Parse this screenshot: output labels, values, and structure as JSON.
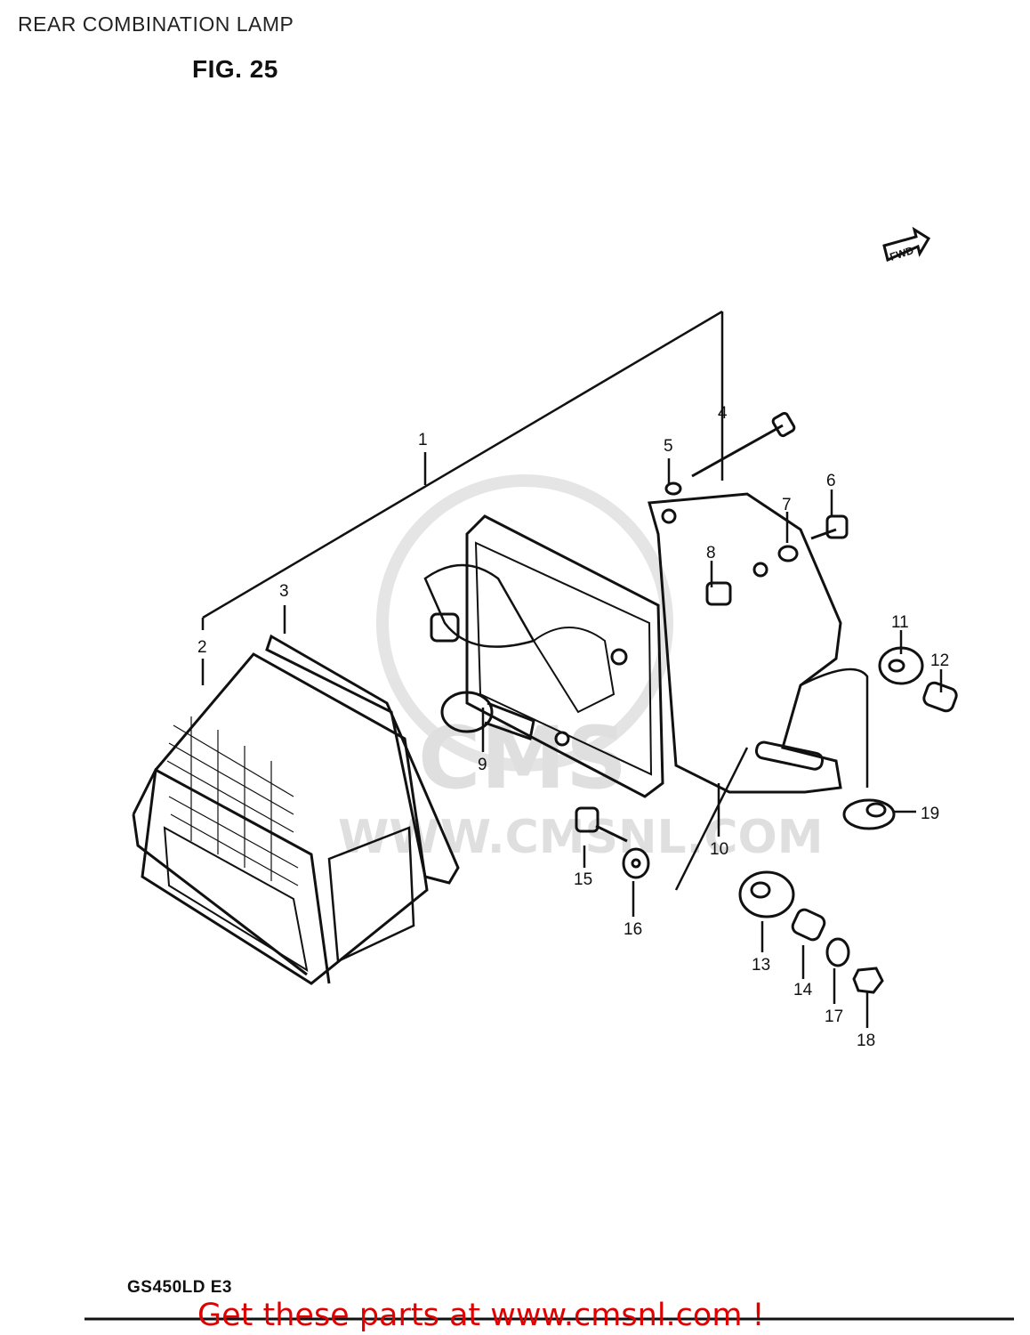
{
  "header": {
    "title": "REAR COMBINATION LAMP"
  },
  "figure": {
    "label": "FIG. 25"
  },
  "model_code": "GS450LD E3",
  "footer": {
    "cta_text": "Get these parts at www.cmsnl.com !"
  },
  "direction_tag": "FWD",
  "watermark": {
    "brand": "CMS",
    "url": "WWW.CMSNL.COM"
  },
  "callouts": [
    "1",
    "2",
    "3",
    "4",
    "5",
    "6",
    "7",
    "8",
    "9",
    "10",
    "11",
    "12",
    "13",
    "14",
    "15",
    "16",
    "17",
    "18",
    "19"
  ]
}
